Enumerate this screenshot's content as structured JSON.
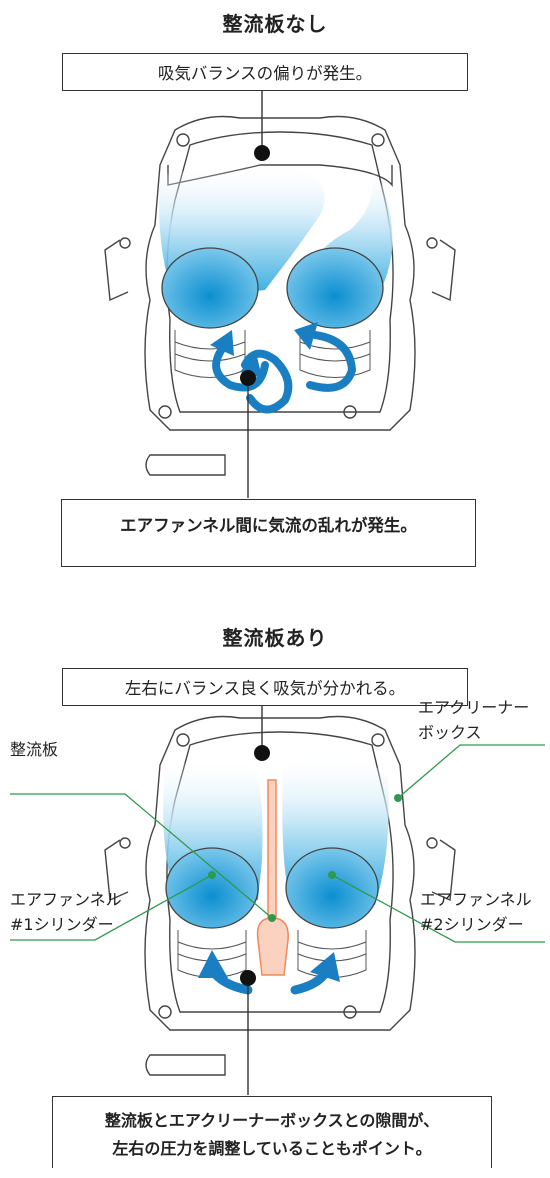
{
  "section1": {
    "title": "整流板なし",
    "top_callout": "吸気バランスの偏りが発生。",
    "bottom_callout": "エアファンネル間に気流の乱れが発生。"
  },
  "section2": {
    "title": "整流板あり",
    "top_callout": "左右にバランス良く吸気が分かれる。",
    "label_plate": "整流板",
    "label_box_1": "エアクリーナー",
    "label_box_2": "ボックス",
    "label_funnel1_1": "エアファンネル",
    "label_funnel1_2": "#1シリンダー",
    "label_funnel2_1": "エアファンネル",
    "label_funnel2_2": "#2シリンダー",
    "bottom_callout_1": "整流板とエアクリーナーボックスとの隙間が、",
    "bottom_callout_2": "左右の圧力を調整していることもポイント。"
  },
  "colors": {
    "airflow_blue": "#2a8fd0",
    "leader_green": "#2e9a4e",
    "plate_orange": "#f08a5d",
    "outline": "#444444"
  }
}
